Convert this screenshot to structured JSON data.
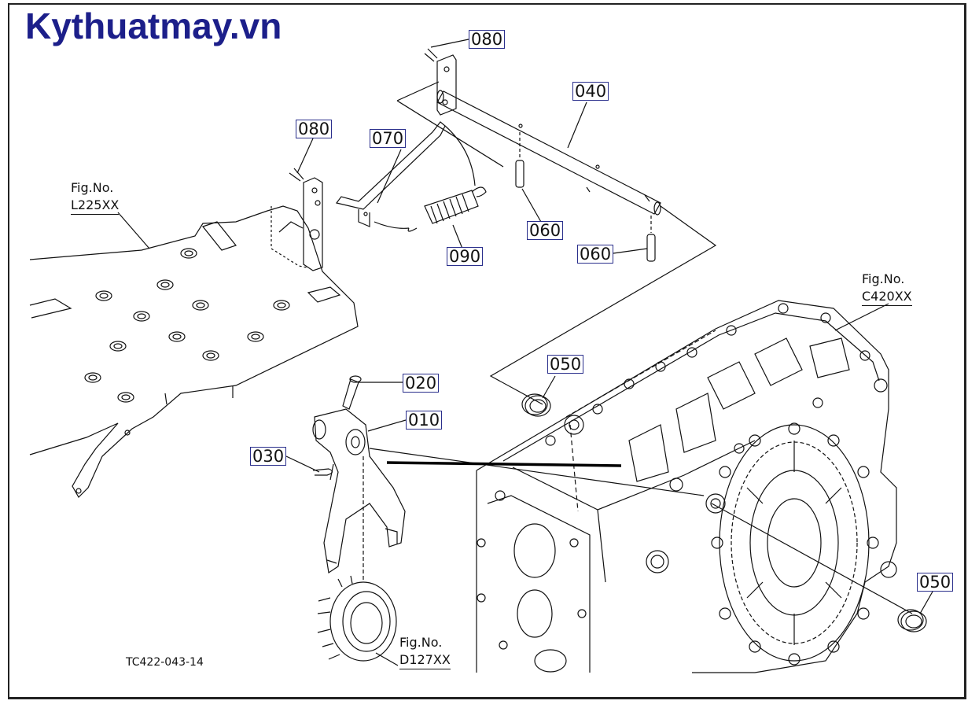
{
  "site_name": "Kythuatmay.vn",
  "drawing_code": "TC422-043-14",
  "callouts": {
    "p080_top": "080",
    "p080_left": "080",
    "p070": "070",
    "p040": "040",
    "p090": "090",
    "p060_a": "060",
    "p060_b": "060",
    "p050_a": "050",
    "p050_b": "050",
    "p020": "020",
    "p010": "010",
    "p030": "030"
  },
  "fig_refs": {
    "l225": {
      "label": "Fig.No.",
      "number": "L225XX"
    },
    "c420": {
      "label": "Fig.No.",
      "number": "C420XX"
    },
    "d127": {
      "label": "Fig.No.",
      "number": "D127XX"
    }
  }
}
